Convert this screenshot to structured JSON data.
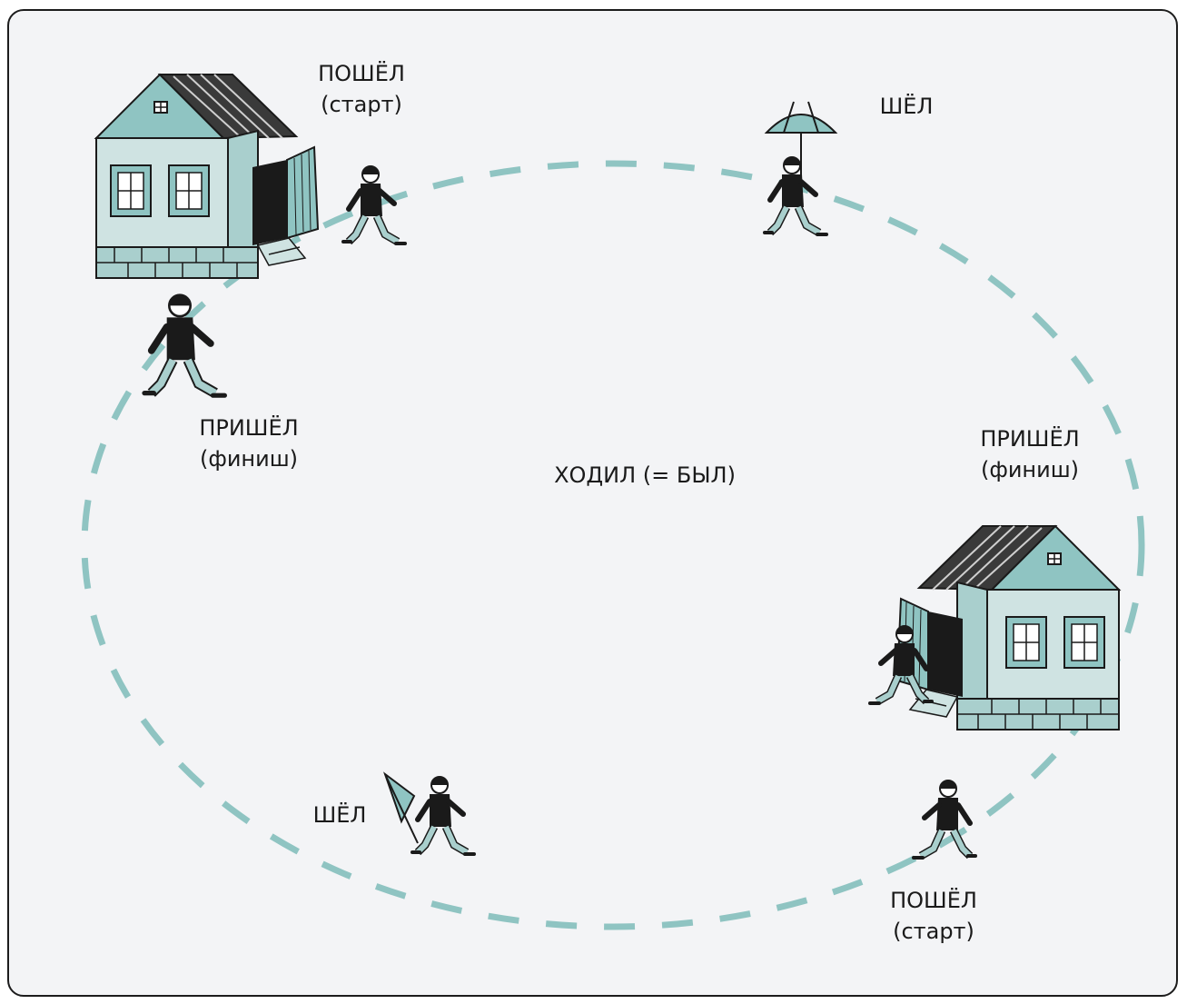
{
  "labels": {
    "start_top": "ПОШЁЛ",
    "start_top_sub": "(старт)",
    "walk_top": "ШЁЛ",
    "finish_left": "ПРИШЁЛ",
    "finish_left_sub": "(финиш)",
    "center": "ХОДИЛ (= БЫЛ)",
    "finish_right": "ПРИШЁЛ",
    "finish_right_sub": "(финиш)",
    "walk_bottom": "ШЁЛ",
    "start_bottom": "ПОШЁЛ",
    "start_bottom_sub": "(старт)"
  },
  "colors": {
    "accent": "#8fc4c2",
    "house_wall": "#a9cfcd",
    "outline": "#1a1a1a",
    "background": "#f3f4f6"
  }
}
